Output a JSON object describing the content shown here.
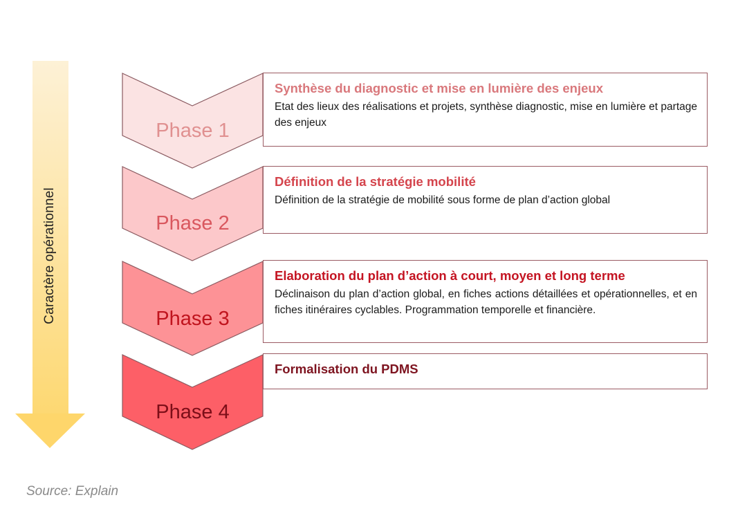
{
  "axis": {
    "label": "Caractère opérationnel",
    "colors": {
      "bar_top": "#fdf0d2",
      "bar_bottom": "#fddc7a",
      "head": "#fed66b"
    }
  },
  "phases": [
    {
      "label": "Phase 1",
      "title": "Synthèse du diagnostic et mise en lumière des enjeux",
      "description": "Etat des lieux des réalisations et projets, synthèse diagnostic, mise en lumière et partage des enjeux",
      "fill": "#fbe3e3",
      "label_color": "#e09090",
      "title_color": "#d9787c"
    },
    {
      "label": "Phase 2",
      "title": "Définition de la stratégie mobilité",
      "description": "Définition de la stratégie de mobilité sous forme de plan d’action global",
      "fill": "#fcc8ca",
      "label_color": "#d9575e",
      "title_color": "#d4444c"
    },
    {
      "label": "Phase 3",
      "title": "Elaboration du plan d’action à court, moyen et long terme",
      "description": "Déclinaison du plan d’action global, en fiches actions détaillées et opérationnelles, et en fiches itinéraires cyclables. Programmation temporelle et financière.",
      "fill": "#fd9296",
      "label_color": "#c0141e",
      "title_color": "#c41422"
    },
    {
      "label": "Phase 4",
      "title": "Formalisation du PDMS",
      "description": "",
      "fill": "#fd5f67",
      "label_color": "#7c0e18",
      "title_color": "#7e1420"
    }
  ],
  "source": "Source: Explain"
}
